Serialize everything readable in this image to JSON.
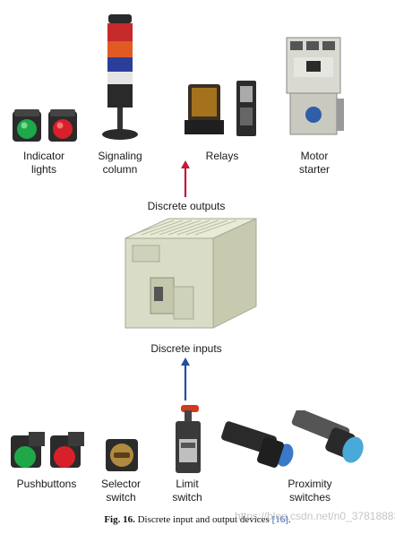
{
  "labels": {
    "indicator_lights": [
      "Indicator",
      "lights"
    ],
    "signaling_column": [
      "Signaling",
      "column"
    ],
    "relays": "Relays",
    "motor_starter": [
      "Motor",
      "starter"
    ],
    "discrete_outputs": "Discrete outputs",
    "discrete_inputs": "Discrete inputs",
    "pushbuttons": "Pushbuttons",
    "selector_switch": [
      "Selector",
      "switch"
    ],
    "limit_switch": [
      "Limit",
      "switch"
    ],
    "proximity_switches": [
      "Proximity",
      "switches"
    ]
  },
  "caption": {
    "prefix": "Fig. 16.",
    "text": " Discrete input and output devices ",
    "ref": "[16]",
    "end": "."
  },
  "watermark": "https://blog.csdn.net/n0_37818883",
  "colors": {
    "output_arrow": "#c01a3a",
    "input_arrow": "#1f4f9e",
    "green_lamp": "#1fa84a",
    "red_lamp": "#d8202a",
    "plc_body": "#d9dcc6",
    "prox_blue": "#3a78c9"
  }
}
